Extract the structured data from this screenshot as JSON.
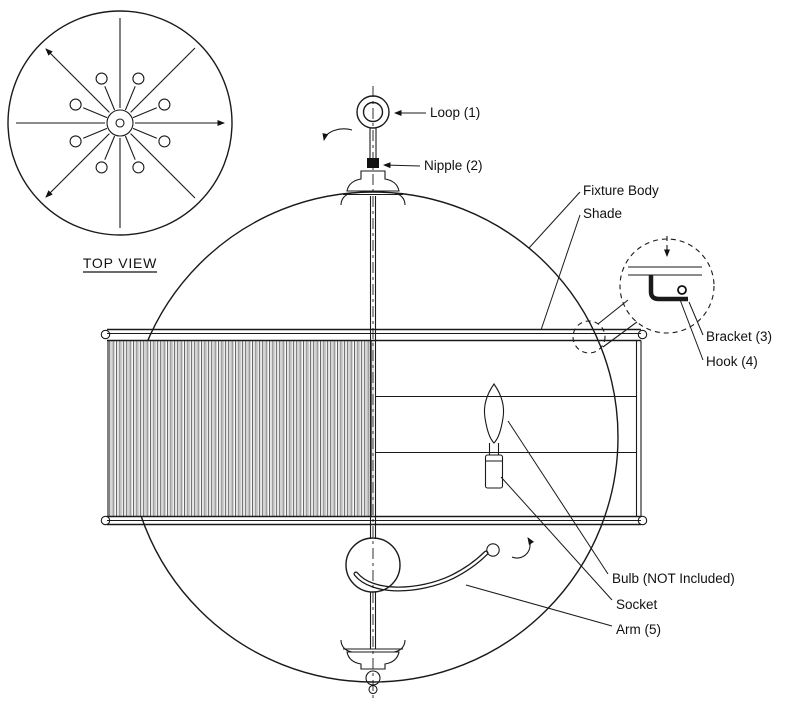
{
  "diagram": {
    "top_view_label": "TOP VIEW",
    "labels": {
      "loop": "Loop (1)",
      "nipple": "Nipple (2)",
      "fixture_body": "Fixture Body",
      "shade": "Shade",
      "bracket": "Bracket (3)",
      "hook": "Hook (4)",
      "bulb": "Bulb (NOT Included)",
      "socket": "Socket",
      "arm": "Arm (5)"
    },
    "colors": {
      "line": "#1a1a1a",
      "background": "#ffffff",
      "text": "#111111"
    }
  }
}
